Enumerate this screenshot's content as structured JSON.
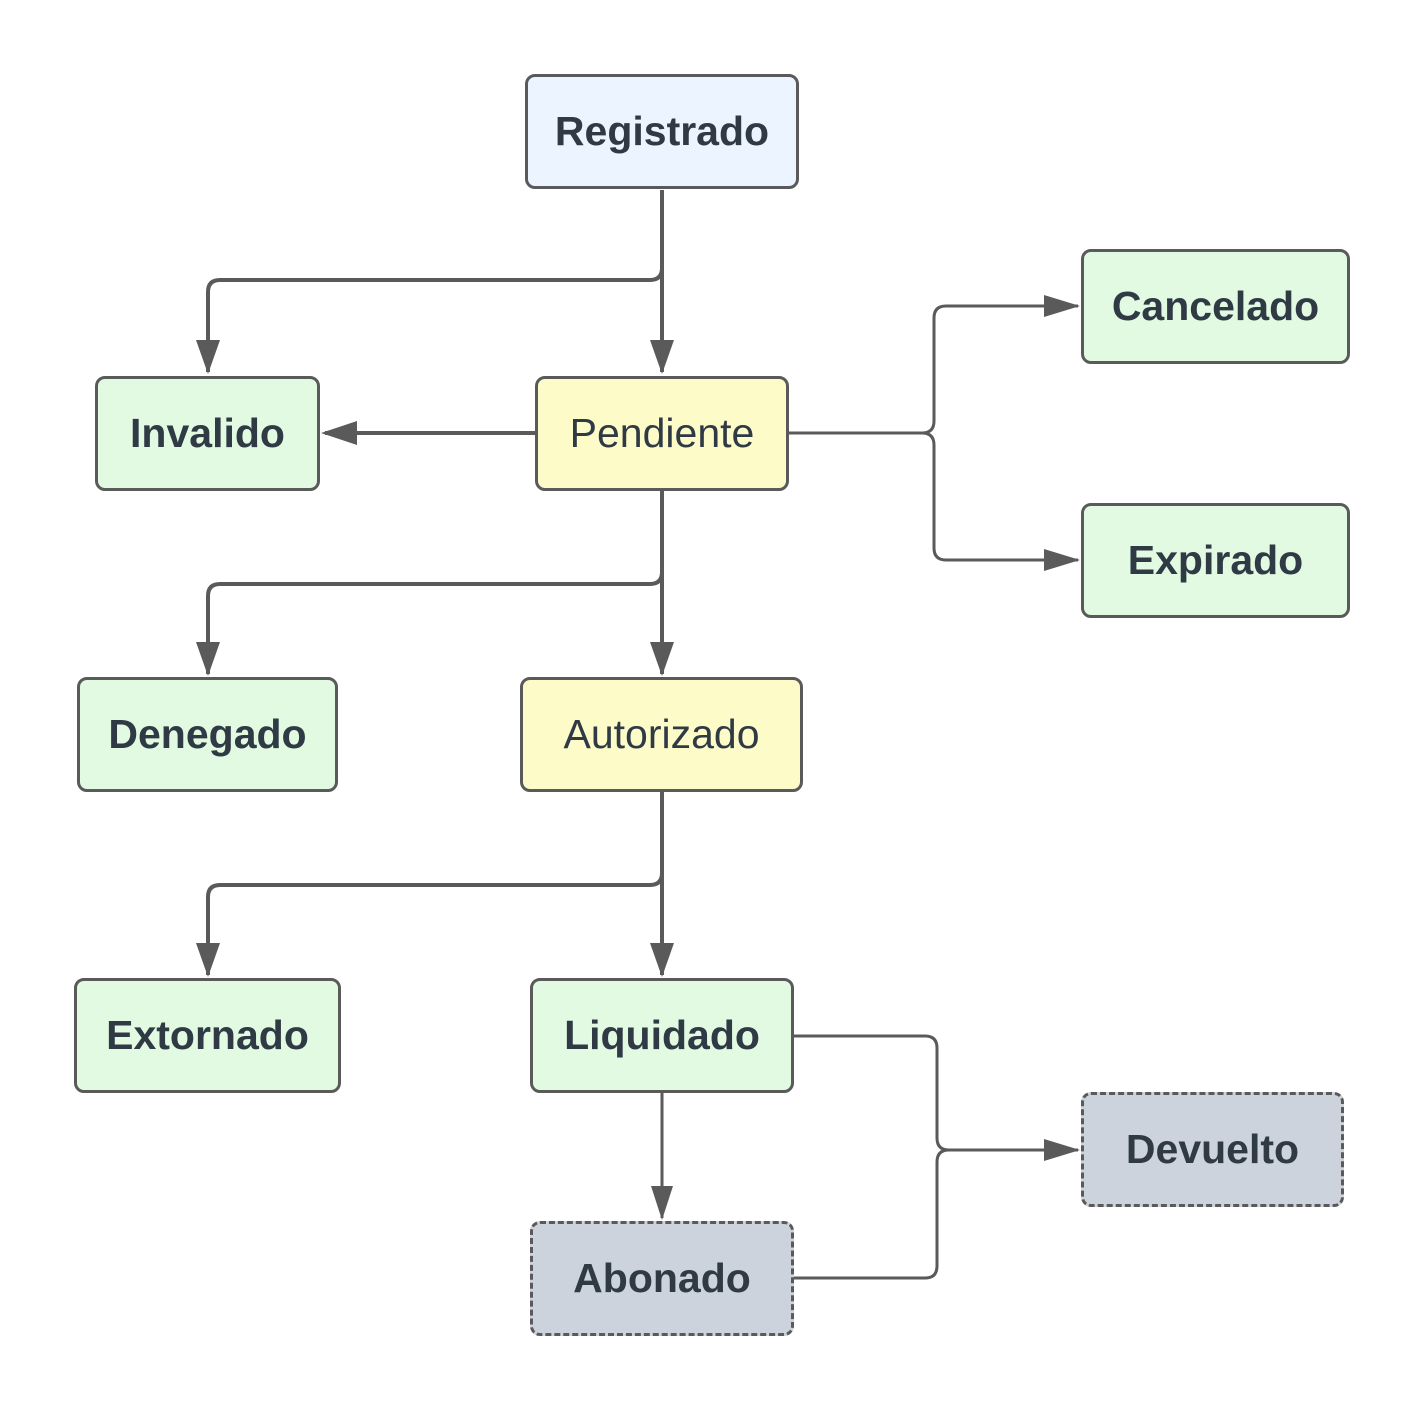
{
  "colors": {
    "start": "#ecf4ff",
    "intermediate": "#fdfbc8",
    "final": "#e1fae1",
    "external": "#cdd3dc",
    "edge": "#5a5a5a",
    "text": "#2f3a45"
  },
  "nodes": {
    "registrado": "Registrado",
    "invalido": "Invalido",
    "pendiente": "Pendiente",
    "cancelado": "Cancelado",
    "expirado": "Expirado",
    "denegado": "Denegado",
    "autorizado": "Autorizado",
    "extornado": "Extornado",
    "liquidado": "Liquidado",
    "abonado": "Abonado",
    "devuelto": "Devuelto"
  },
  "edges": [
    {
      "from": "registrado",
      "to": "invalido"
    },
    {
      "from": "registrado",
      "to": "pendiente"
    },
    {
      "from": "pendiente",
      "to": "invalido"
    },
    {
      "from": "pendiente",
      "to": "cancelado"
    },
    {
      "from": "pendiente",
      "to": "expirado"
    },
    {
      "from": "pendiente",
      "to": "denegado"
    },
    {
      "from": "pendiente",
      "to": "autorizado"
    },
    {
      "from": "autorizado",
      "to": "extornado"
    },
    {
      "from": "autorizado",
      "to": "liquidado"
    },
    {
      "from": "liquidado",
      "to": "abonado"
    },
    {
      "from": "liquidado",
      "to": "devuelto"
    },
    {
      "from": "abonado",
      "to": "devuelto"
    }
  ]
}
